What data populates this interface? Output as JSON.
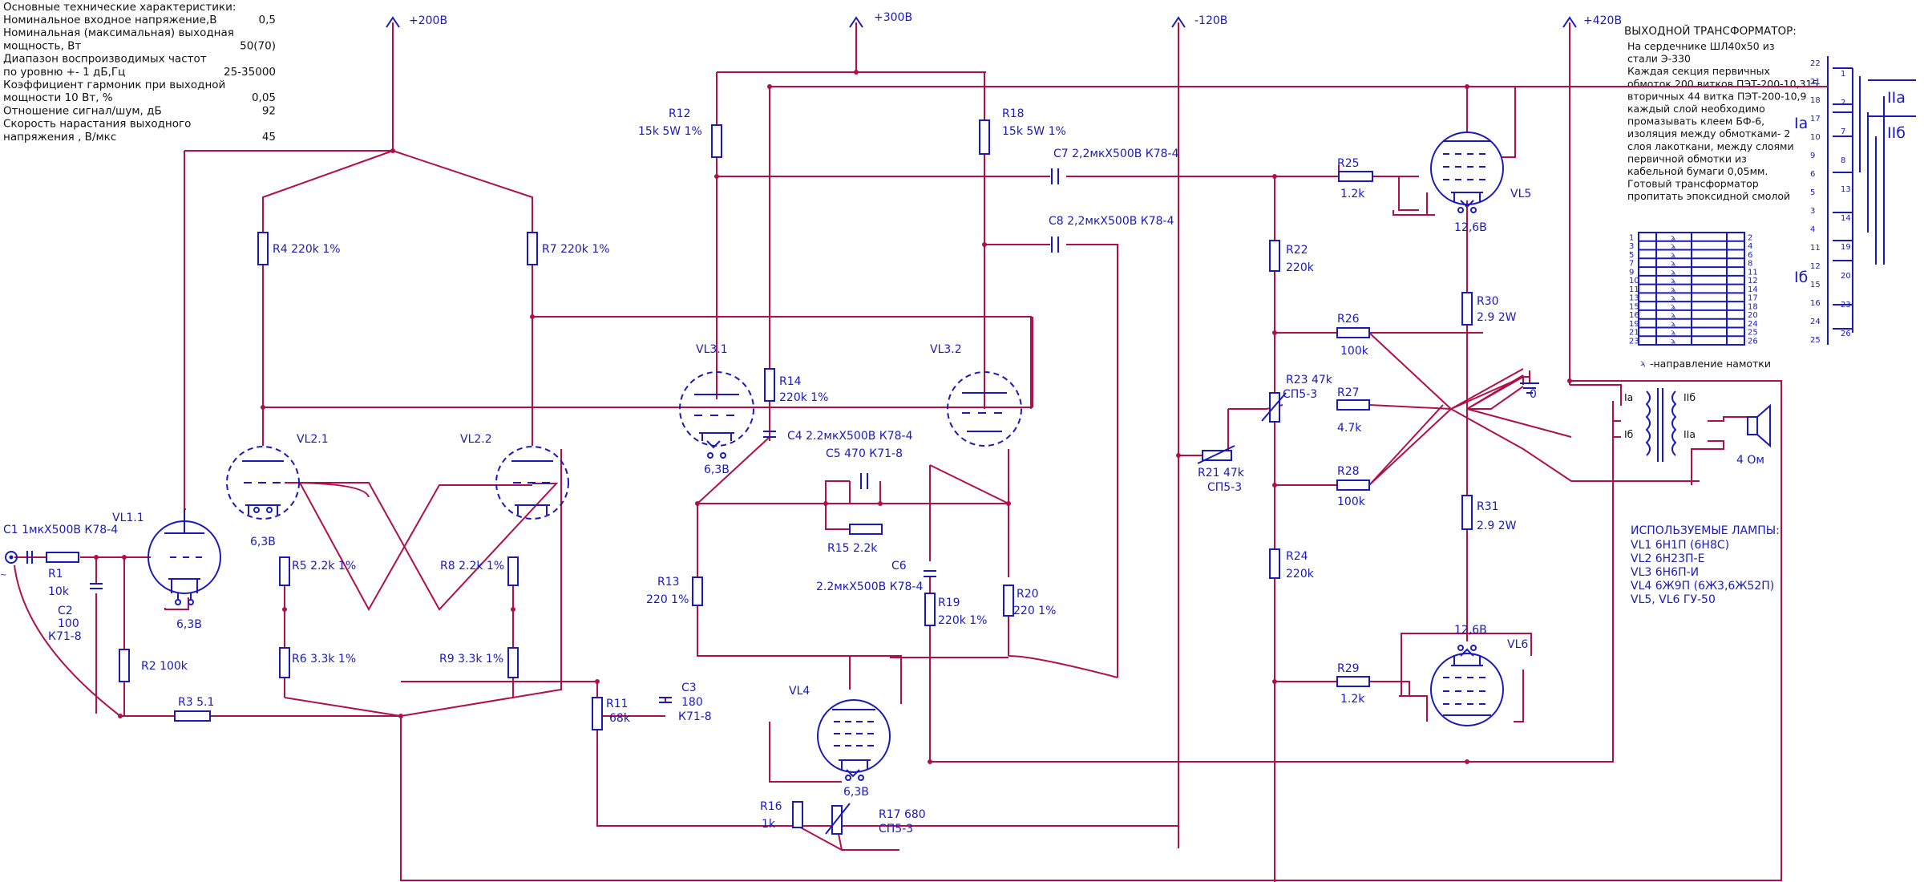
{
  "specs": {
    "heading": "Основные технические характеристики:",
    "rows": [
      {
        "label": "Номинальное входное напряжение,В",
        "value": "0,5"
      },
      {
        "label": "Номинальная (максимальная) выходная",
        "value": ""
      },
      {
        "label": "мощность, Вт",
        "value": "50(70)"
      },
      {
        "label": "Диапазон воспроизводимых частот",
        "value": ""
      },
      {
        "label": "по уровню +- 1 дБ,Гц",
        "value": "25-35000"
      },
      {
        "label": "Коэффициент гармоник при выходной",
        "value": ""
      },
      {
        "label": "мощности  10 Вт, %",
        "value": "0,05"
      },
      {
        "label": "Отношение сигнал/шум, дБ",
        "value": "92"
      },
      {
        "label": "Скорость нарастания выходного",
        "value": ""
      },
      {
        "label": "напряжения , В/мкс",
        "value": "45"
      }
    ]
  },
  "transformer": {
    "heading": "ВЫХОДНОЙ ТРАНСФОРМАТОР:",
    "lines": [
      "На сердечнике ШЛ40х50 из",
      "стали Э-330",
      "Каждая секция первичных",
      "обмоток 200 витков  ПЭТ-200-10,315",
      "вторичных 44 витка  ПЭТ-200-10,9",
      "каждый слой необходимо",
      "промазывать клеем БФ-6,",
      "изоляция между обмотками- 2",
      "слоя лакоткани, между слоями",
      " первичной обмотки из",
      " кабельной бумаги 0,05мм.",
      " Готовый трансформатор",
      " пропитать эпоксидной смолой"
    ],
    "legend": "-направление намотки",
    "table_left": [
      "1",
      "3",
      "5",
      "7",
      "9",
      "10",
      "11",
      "13",
      "15",
      "16",
      "19",
      "21",
      "23"
    ],
    "table_right": [
      "2",
      "4",
      "6",
      "8",
      "11",
      "12",
      "14",
      "17",
      "18",
      "20",
      "24",
      "25",
      "26"
    ],
    "pins_a": [
      "22",
      "21",
      "18",
      "17",
      "10",
      "9",
      "6",
      "5",
      "3",
      "4",
      "11",
      "12",
      "15",
      "16",
      "24",
      "25"
    ],
    "pins_b": [
      "1",
      "2",
      "7",
      "8",
      "13",
      "14",
      "19",
      "20",
      "23",
      "26"
    ],
    "winding_labels": {
      "ia": "Iа",
      "ib": "Iб",
      "iia": "IIа",
      "iib": "IIб"
    }
  },
  "lamps": {
    "heading": "ИСПОЛЬЗУЕМЫЕ ЛАМПЫ:",
    "items": [
      "VL1  6Н1П (6Н8С)",
      "VL2  6Н23П-Е",
      "VL3  6Н6П-И",
      "VL4  6Ж9П (6Ж3,6Ж52П)",
      "VL5, VL6 ГУ-50"
    ]
  },
  "rails": {
    "r200": "+200В",
    "r300": "+300В",
    "rm120": "-120В",
    "r420": "+420В"
  },
  "components": {
    "c1": "C1  1мкХ500В К78-4",
    "r1": "R1",
    "r1v": "10k",
    "c2": "C2",
    "c2v1": "100",
    "c2v2": "К71-8",
    "r2": "R2 100k",
    "r3": "R3 5.1",
    "vl11": "VL1.1",
    "vl11h": "6,3В",
    "r4": "R4 220k 1%",
    "r7": "R7 220k 1%",
    "vl21": "VL2.1",
    "vl21h": "6,3В",
    "vl22": "VL2.2",
    "r5": "R5 2.2k 1%",
    "r8": "R8 2.2k 1%",
    "r6": "R6 3.3k 1%",
    "r9": "R9 3.3k 1%",
    "r11": "R11",
    "r11v": "68k",
    "c3": "C3",
    "c3v1": "180",
    "c3v2": "К71-8",
    "r12": "R12",
    "r12v": "15k 5W 1%",
    "r18": "R18",
    "r18v": "15k 5W  1%",
    "c7": "C7  2,2мкХ500В К78-4",
    "c8": "C8   2,2мкХ500В К78-4",
    "vl31": "VL3.1",
    "vl31h": "6,3В",
    "vl32": "VL3.2",
    "r14": "R14",
    "r14v": "220k 1%",
    "c4": "C4 2.2мкХ500В К78-4",
    "c5": "C5    470 К71-8",
    "r15": "R15  2.2k",
    "c6": "C6",
    "c6v": "2.2мкХ500В К78-4",
    "r13": "R13",
    "r13v": "220 1%",
    "r19": "R19",
    "r19v": "220k  1%",
    "r20": "R20",
    "r20v": "220 1%",
    "vl4": "VL4",
    "vl4h": "6,3В",
    "r16": "R16",
    "r16v": "1k",
    "r17": "R17  680",
    "r17v": "СП5-3",
    "r25": "R25",
    "r25v": "1.2k",
    "r22": "R22",
    "r22v": "220k",
    "r26": "R26",
    "r26v": "100k",
    "r23": "R23  47k",
    "r23v": "СП5-3",
    "r27": "R27",
    "r27v": "4.7k",
    "r21": "R21  47k",
    "r21v": "СП5-3",
    "r28": "R28",
    "r28v": "100k",
    "r24": "R24",
    "r24v": "220k",
    "r29": "R29",
    "r29v": "1.2k",
    "r30": "R30",
    "r30v": "2.9 2W",
    "r31": "R31",
    "r31v": "2.9 2W",
    "vl5": "VL5",
    "vl5h": "12,6В",
    "vl6": "VL6",
    "vl6h": "12,6В",
    "gnd": "0",
    "speaker": "4 Ом",
    "t_ia": "Iа",
    "t_ib": "Iб",
    "t_iib": "IIб",
    "t_iia": "IIа"
  }
}
